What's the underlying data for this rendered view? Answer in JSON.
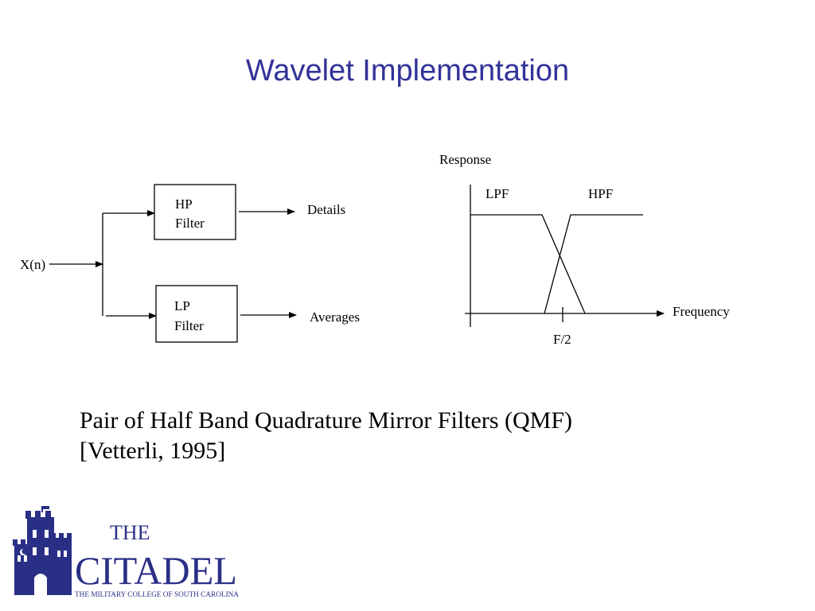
{
  "slide": {
    "title": "Wavelet Implementation",
    "caption_line1": "Pair of Half Band Quadrature Mirror Filters (QMF)",
    "caption_line2": "[Vetterli, 1995]"
  },
  "block_diagram": {
    "input_label": "X(n)",
    "hp_filter": [
      "HP",
      "Filter"
    ],
    "lp_filter": [
      "LP",
      "Filter"
    ],
    "hp_output": "Details",
    "lp_output": "Averages"
  },
  "response_plot": {
    "y_axis_label": "Response",
    "x_axis_label": "Frequency",
    "lpf_label": "LPF",
    "hpf_label": "HPF",
    "tick_label": "F/2"
  },
  "logo": {
    "word_the": "THE",
    "word_citadel": "CITADEL",
    "tagline": "THE MILITARY COLLEGE OF SOUTH CAROLINA"
  },
  "colors": {
    "title": "#333399",
    "logo": "#2a2f86"
  }
}
